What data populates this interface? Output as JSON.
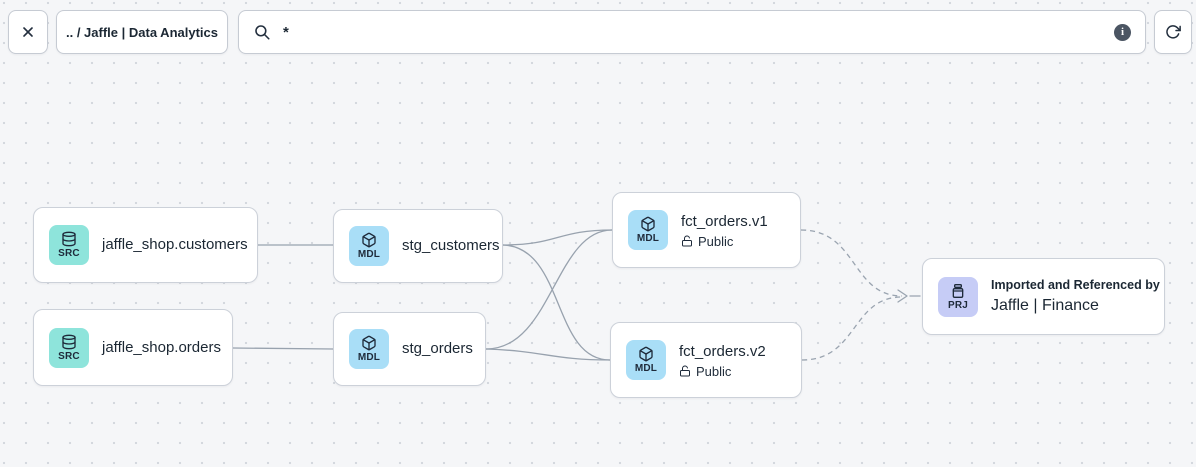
{
  "toolbar": {
    "breadcrumb": ".. / Jaffle | Data Analytics",
    "search": {
      "value": "*"
    },
    "icons": {
      "close": "close-icon",
      "search": "search-icon",
      "info": "info-icon",
      "refresh": "refresh-icon"
    },
    "info_glyph": "i"
  },
  "canvas": {
    "nodes": [
      {
        "id": "source-customers",
        "badge": "SRC",
        "icon": "database-icon",
        "title": "jaffle_shop.customers"
      },
      {
        "id": "source-orders",
        "badge": "SRC",
        "icon": "database-icon",
        "title": "jaffle_shop.orders"
      },
      {
        "id": "stg-customers",
        "badge": "MDL",
        "icon": "cube-icon",
        "title": "stg_customers"
      },
      {
        "id": "stg-orders",
        "badge": "MDL",
        "icon": "cube-icon",
        "title": "stg_orders"
      },
      {
        "id": "fct-orders-v1",
        "badge": "MDL",
        "icon": "cube-icon",
        "title": "fct_orders.v1",
        "access": "Public",
        "access_icon": "lock-open-icon"
      },
      {
        "id": "fct-orders-v2",
        "badge": "MDL",
        "icon": "cube-icon",
        "title": "fct_orders.v2",
        "access": "Public",
        "access_icon": "lock-open-icon"
      },
      {
        "id": "project-finance",
        "badge": "PRJ",
        "icon": "archive-icon",
        "subtitle": "Imported and Referenced by",
        "title": "Jaffle | Finance"
      }
    ],
    "edges": [
      {
        "from": "source-customers",
        "to": "stg-customers",
        "style": "solid"
      },
      {
        "from": "source-orders",
        "to": "stg-orders",
        "style": "solid"
      },
      {
        "from": "stg-customers",
        "to": "fct-orders-v1",
        "style": "solid"
      },
      {
        "from": "stg-customers",
        "to": "fct-orders-v2",
        "style": "solid"
      },
      {
        "from": "stg-orders",
        "to": "fct-orders-v1",
        "style": "solid"
      },
      {
        "from": "stg-orders",
        "to": "fct-orders-v2",
        "style": "solid"
      },
      {
        "from": "fct-orders-v1",
        "to": "project-finance",
        "style": "dashed"
      },
      {
        "from": "fct-orders-v2",
        "to": "project-finance",
        "style": "dashed"
      }
    ]
  },
  "colors": {
    "canvas_bg": "#f5f6f8",
    "dot_grid": "#d4d8de",
    "node_bg": "#ffffff",
    "node_border": "#ccd1d9",
    "node_text": "#1b2733",
    "edge": "#98a2ae",
    "src_badge_bg": "#8ee4db",
    "mdl_badge_bg": "#a9def7",
    "prj_badge_bg": "#c6ccf6",
    "info_circle_bg": "#4b5563",
    "toolbar_button_bg": "#ffffff",
    "toolbar_button_border": "#c6cbd3"
  }
}
